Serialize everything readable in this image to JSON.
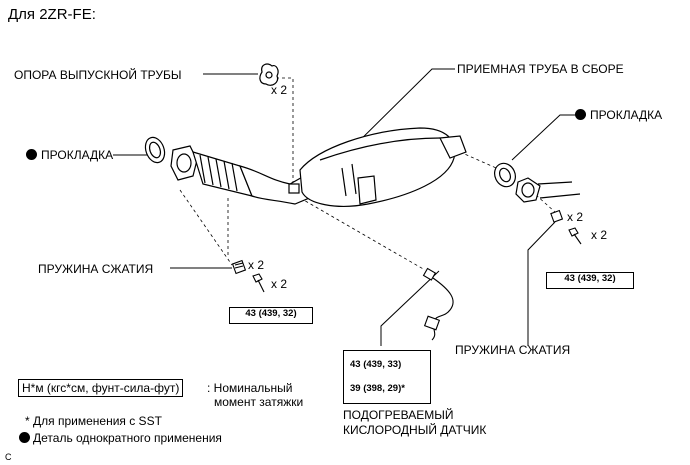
{
  "header": {
    "title": "Для 2ZR-FE:"
  },
  "labels": {
    "exhaust_support": "ОПОРА ВЫПУСКНОЙ ТРУБЫ",
    "qty_support": "x 2",
    "front_pipe": "ПРИЕМНАЯ ТРУБА В СБОРЕ",
    "gasket_left": "ПРОКЛАДКА",
    "gasket_right": "ПРОКЛАДКА",
    "spring_left": "ПРУЖИНА СЖАТИЯ",
    "qty_spring_left": "x 2",
    "qty_bolt_left": "x 2",
    "qty_spring_right": "x 2",
    "qty_bolt_right": "x 2",
    "spring_right": "ПРУЖИНА СЖАТИЯ",
    "sensor_line1": "ПОДОГРЕВАЕМЫЙ",
    "sensor_line2": "КИСЛОРОДНЫЙ ДАТЧИК"
  },
  "torque": {
    "left": "43 (439, 32)",
    "right": "43 (439, 32)",
    "sensor_1": "43 (439, 33)",
    "sensor_2": "39 (398, 29)*"
  },
  "legend": {
    "unit_box": "Н*м (кгс*см, фунт-сила-фут)",
    "unit_desc_1": ": Номинальный",
    "unit_desc_2": "момент затяжки",
    "sst_note": "* Для применения с SST",
    "single_use": "Деталь однократного применения"
  },
  "footer": {
    "code": "C"
  }
}
